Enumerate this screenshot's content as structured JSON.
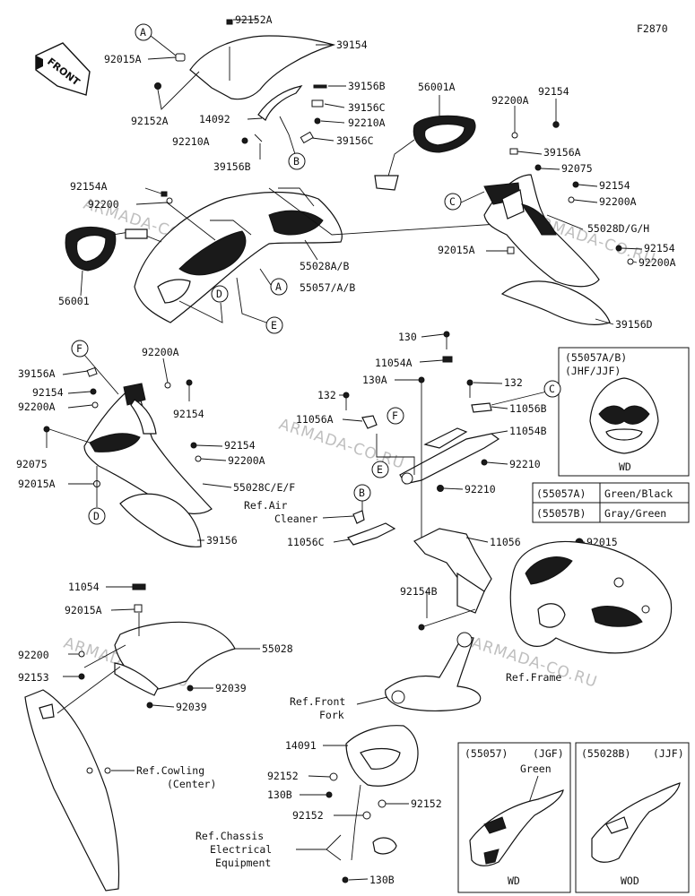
{
  "diagram_code": "F2870",
  "front_label": "FRONT",
  "watermark": "ARMADA-CO.RU",
  "callout_letters": [
    "A",
    "B",
    "C",
    "D",
    "E",
    "F"
  ],
  "part_labels": {
    "p92152A_top": "92152A",
    "p39154": "39154",
    "p92015A_top": "92015A",
    "p39156B_a": "39156B",
    "p92152A_b": "92152A",
    "p39156C_a": "39156C",
    "p14092": "14092",
    "p92210A_a": "92210A",
    "p92210A_b": "92210A",
    "p39156C_b": "39156C",
    "p39156B_b": "39156B",
    "p56001A": "56001A",
    "p92200A_a": "92200A",
    "p92154_a": "92154",
    "p39156A_a": "39156A",
    "p92075_a": "92075",
    "p92154_b": "92154",
    "p92200A_b": "92200A",
    "p55028DGH": "55028D/G/H",
    "p92015A_r": "92015A",
    "p92154_c": "92154",
    "p92200A_c": "92200A",
    "p39156D": "39156D",
    "p92154A": "92154A",
    "p92200": "92200",
    "p55028AB": "55028A/B",
    "p55057AB": "55057/A/B",
    "p56001": "56001",
    "p39156A_b": "39156A",
    "p92200A_d": "92200A",
    "p92154_d": "92154",
    "p92200A_e": "92200A",
    "p92154_e": "92154",
    "p92075_b": "92075",
    "p92154_f": "92154",
    "p92200A_f": "92200A",
    "p92015A_l": "92015A",
    "p55028CEF": "55028C/E/F",
    "p39156": "39156",
    "p130": "130",
    "p11054A": "11054A",
    "p132_a": "132",
    "p130A": "130A",
    "p132_b": "132",
    "p11056B": "11056B",
    "p11056A": "11056A",
    "p11054B": "11054B",
    "p92210_a": "92210",
    "p92210_b": "92210",
    "p11056C": "11056C",
    "p11056": "11056",
    "p92015": "92015",
    "p92154B": "92154B",
    "p11054": "11054",
    "p92015A_b": "92015A",
    "p55028": "55028",
    "p92200_b": "92200",
    "p92153": "92153",
    "p92039_a": "92039",
    "p92039_b": "92039",
    "p14091": "14091",
    "p92152_a": "92152",
    "p130B_a": "130B",
    "p92152_b": "92152",
    "p92152_c": "92152",
    "p130B_b": "130B"
  },
  "references": {
    "air_cleaner_1": "Ref.Air",
    "air_cleaner_2": "Cleaner",
    "frame": "Ref.Frame",
    "front_fork_1": "Ref.Front",
    "front_fork_2": "Fork",
    "cowling_1": "Ref.Cowling",
    "cowling_2": "(Center)",
    "chassis_1": "Ref.Chassis",
    "chassis_2": "Electrical",
    "chassis_3": "Equipment"
  },
  "inset_wd": {
    "title_1": "(55057A/B)",
    "title_2": "(JHF/JJF)",
    "footer": "WD"
  },
  "color_table": [
    {
      "code": "(55057A)",
      "color": "Green/Black"
    },
    {
      "code": "(55057B)",
      "color": "Gray/Green"
    }
  ],
  "inset_green": {
    "code": "(55057)",
    "model": "(JGF)",
    "color": "Green",
    "footer": "WD"
  },
  "inset_wod": {
    "code": "(55028B)",
    "model": "(JJF)",
    "footer": "WOD"
  }
}
